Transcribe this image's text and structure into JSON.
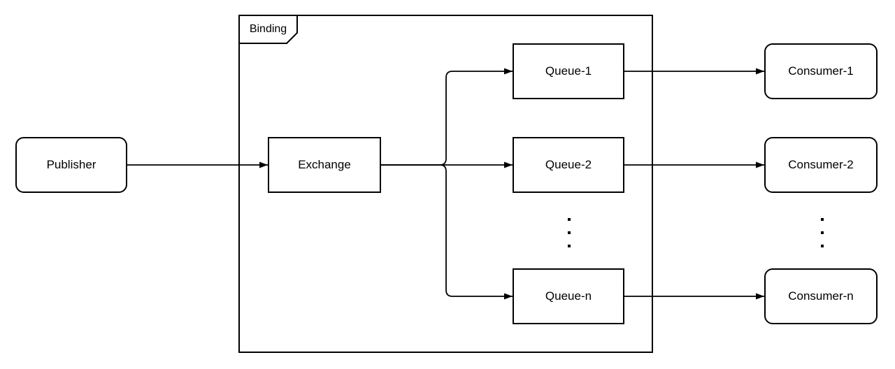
{
  "diagram": {
    "type": "message-broker-topology",
    "colors": {
      "stroke": "#000000",
      "fill": "#ffffff",
      "background": "#ffffff",
      "text": "#000000"
    },
    "group": {
      "label": "Binding"
    },
    "nodes": {
      "publisher": {
        "label": "Publisher",
        "shape": "rounded-rectangle"
      },
      "exchange": {
        "label": "Exchange",
        "shape": "rectangle"
      },
      "queue_1": {
        "label": "Queue-1",
        "shape": "rectangle"
      },
      "queue_2": {
        "label": "Queue-2",
        "shape": "rectangle"
      },
      "queue_n": {
        "label": "Queue-n",
        "shape": "rectangle"
      },
      "consumer_1": {
        "label": "Consumer-1",
        "shape": "rounded-rectangle"
      },
      "consumer_2": {
        "label": "Consumer-2",
        "shape": "rounded-rectangle"
      },
      "consumer_n": {
        "label": "Consumer-n",
        "shape": "rounded-rectangle"
      }
    },
    "edges": [
      {
        "from": "publisher",
        "to": "exchange",
        "arrow": "end"
      },
      {
        "from": "exchange",
        "to": "queue_1",
        "arrow": "end"
      },
      {
        "from": "exchange",
        "to": "queue_2",
        "arrow": "end"
      },
      {
        "from": "exchange",
        "to": "queue_n",
        "arrow": "end"
      },
      {
        "from": "queue_1",
        "to": "consumer_1",
        "arrow": "end"
      },
      {
        "from": "queue_2",
        "to": "consumer_2",
        "arrow": "end"
      },
      {
        "from": "queue_n",
        "to": "consumer_n",
        "arrow": "end"
      }
    ],
    "ellipsis": {
      "between_queues": "3 vertical dots",
      "between_consumers": "3 vertical dots"
    }
  }
}
